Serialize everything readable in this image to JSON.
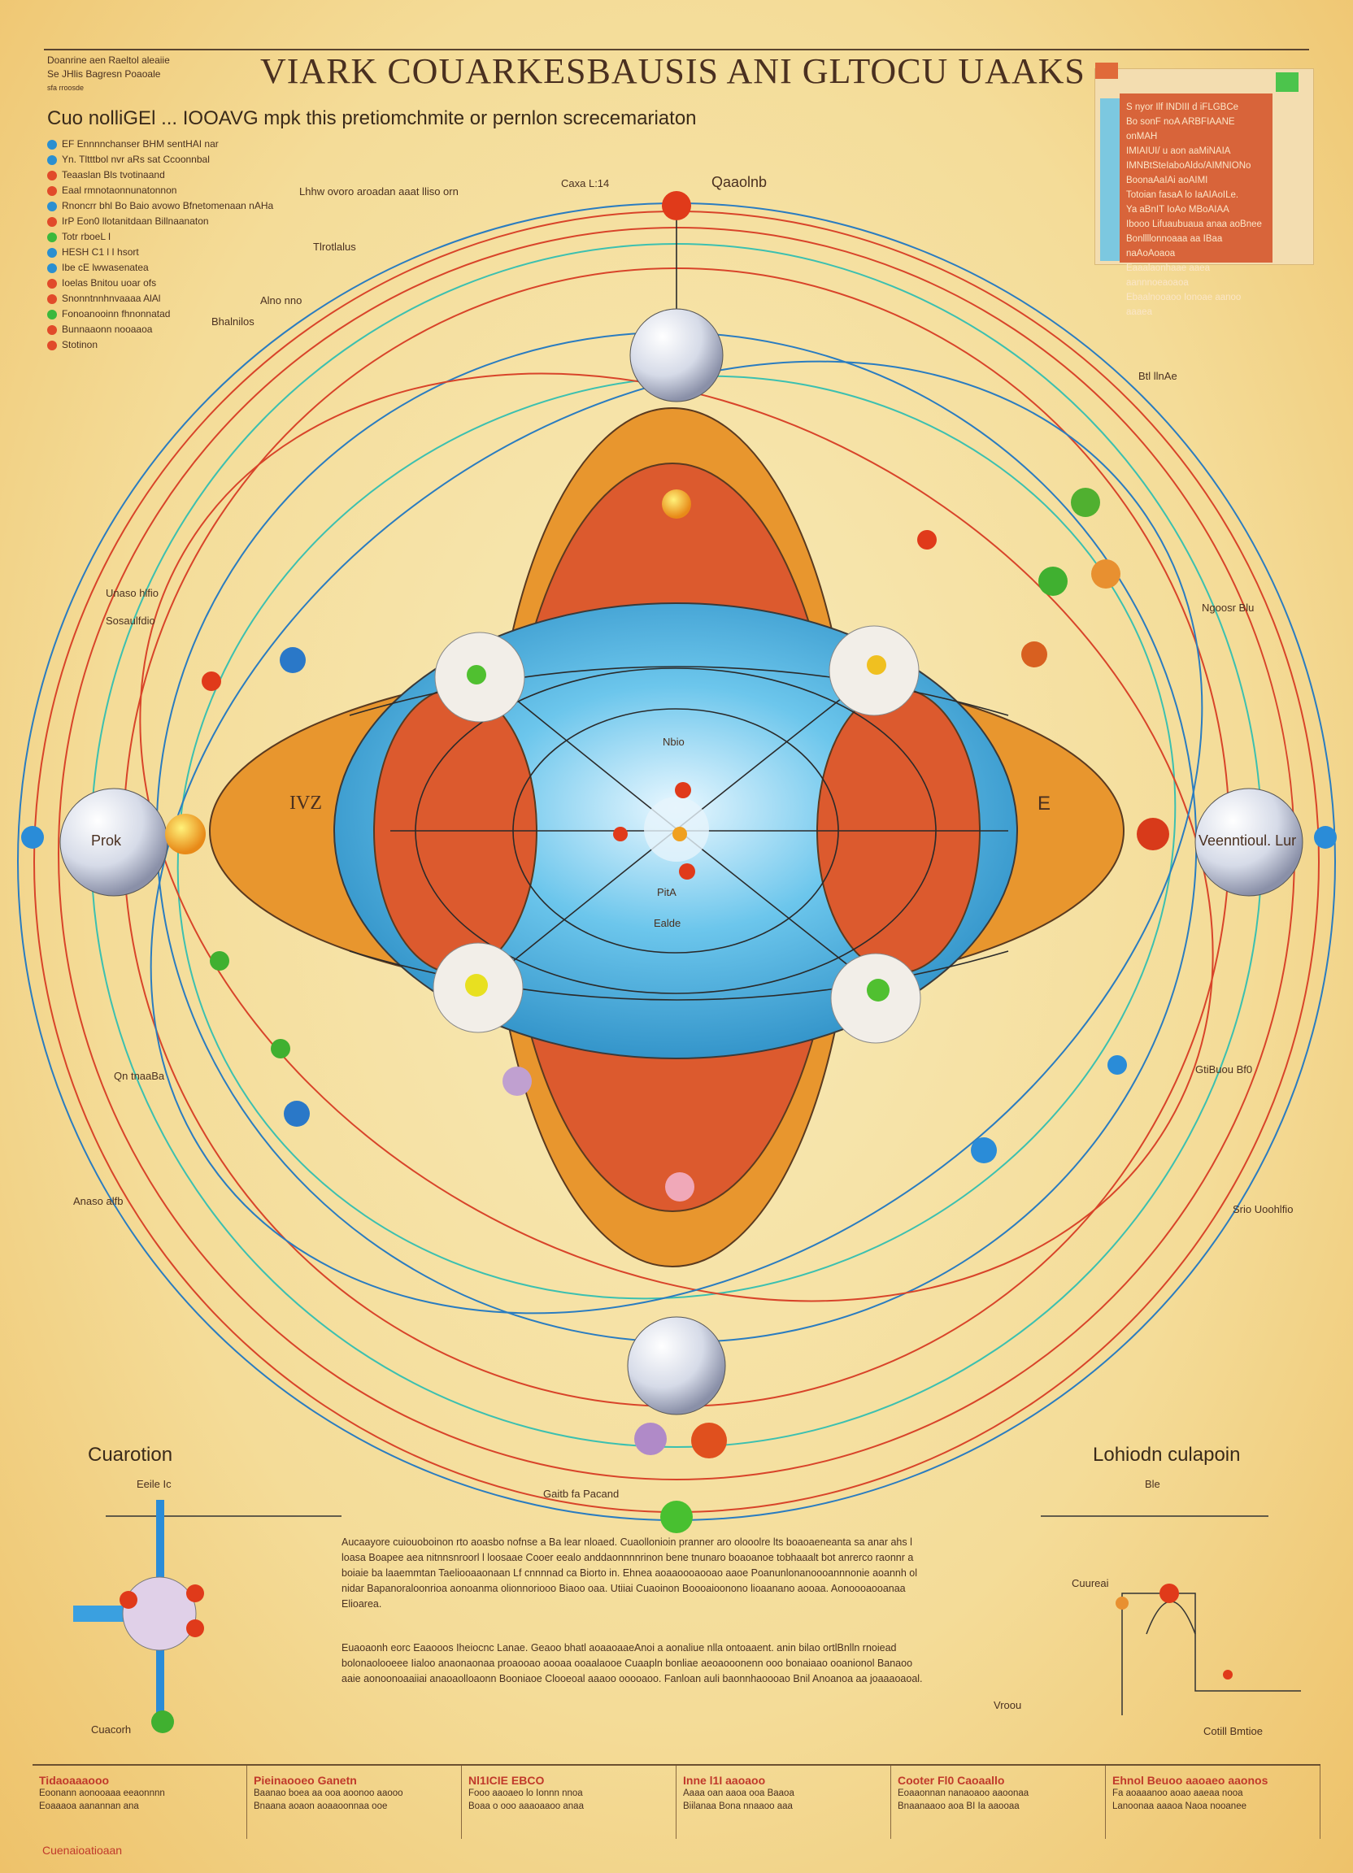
{
  "header": {
    "title": "VIARK COUARKESBAUSIS ANI GLTOCU UAAKS",
    "subtitle": "Cuo nolliGEl ... IOOAVG mpk this pretiomchmite or pernlon screcemariaton",
    "corner_lines": [
      "Doanrine aen  Raeltol  aleaiie",
      "Se JHlis Bagresn Poaoale",
      "sfa rroosde"
    ]
  },
  "legend": [
    {
      "label": "EF Ennnnchanser BHM sentHAI nar",
      "color": "#2b8fd0"
    },
    {
      "label": "Yn. Tltttbol nvr aRs sat Ccoonnbal",
      "color": "#2b8fd0"
    },
    {
      "label": "Teaaslan Bls tvotinaand",
      "color": "#e14a2a"
    },
    {
      "label": "Eaal rmnotaonnunatonnon",
      "color": "#e14a2a"
    },
    {
      "label": "Rnoncrr bhl Bo Baio avowo Bfnetomenaan nAHa",
      "color": "#2b8fd0"
    },
    {
      "label": "IrP Eon0 llotanitdaan Billnaanaton",
      "color": "#e14a2a"
    },
    {
      "label": "Totr rboeL I",
      "color": "#3cb83c"
    },
    {
      "label": "HESH C1 l I hsort",
      "color": "#2b8fd0"
    },
    {
      "label": "Ibe cE lwwasenatea",
      "color": "#2b8fd0"
    },
    {
      "label": "Ioelas Bnitou uoar ofs",
      "color": "#e14a2a"
    },
    {
      "label": "Snonntnnhnvaaaa AlAl",
      "color": "#e14a2a"
    },
    {
      "label": "Fonoanooinn fhnonnatad",
      "color": "#3cb83c"
    },
    {
      "label": "Bunnaaonn nooaaoa",
      "color": "#e14a2a"
    },
    {
      "label": "Stotinon",
      "color": "#e14a2a"
    }
  ],
  "diagram": {
    "top_label": "Qaaolnb",
    "top_small": "Caxa  L:14",
    "upper_note": "Lhhw ovoro aroadan aaat lliso orn",
    "upper_note2": "Tlrotlalus",
    "left_sphere": "Prok",
    "right_sphere": "Veenntioul. Lur",
    "left_mark": "IVZ",
    "right_mark": "E",
    "center_label": "PitA",
    "center_label2": "Ealde",
    "center_top": "Nbio",
    "side_notes": [
      "Unaso hlfio",
      "Sosaulfdio",
      "Alno nno",
      "Ngoosr Blu",
      "Qn tnaaBa",
      "GtiBuou Bf0",
      "Anaso alfb",
      "Srio Uoohlfio",
      "Bhalnilos",
      "Btl llnAe"
    ],
    "colors": {
      "blue": "#2f98cf",
      "orange": "#e8962e",
      "red": "#dc5a2e",
      "sphere": "#d6dbe8"
    }
  },
  "bottom": {
    "left_title": "Cuarotion",
    "right_title": "Lohiodn culapoin",
    "left_small": "Eeile Ic",
    "right_small": "Ble",
    "left_bottom": "Cuacorh",
    "right_bottom": "Cotill Bmtioe",
    "right_label": "Cuureai",
    "right_label2": "Vroou",
    "center_note": "Gaitb fa Pacand",
    "paragraph1": "Aucaayore cuiouoboinon rto aoasbo nofnse a Ba lear nloaed. Cuaollonioin pranner aro olooolre lts boaoaeneanta sa anar ahs l loasa Boapee aea nitnnsnroorl l loosaae Cooer eealo anddaonnnnrinon bene tnunaro boaoanoe tobhaaalt bot anrerco raonnr a boiaie ba laaemmtan Taeliooaaonaan Lf cnnnnad ca Biorto in. Ehnea aoaaoooaooao aaoe Poanunlonanoooannnonie aoannh ol nidar Bapanoraloonrioa aonoanma olionnoriooo Biaoo oaa. Utiiai Cuaoinon Boooaioonono lioaanano aooaa. Aonoooaooanaa Elioarea.",
    "paragraph2": "Euaoaonh eorc Eaaooos Iheiocnc Lanae. Geaoo bhatl aoaaoaaeAnoi a aonaliue nlla ontoaaent. anin bilao ortlBnlln rnoiead bolonaolooeee Iialoo anaonaonaa proaooao aooaa ooaalaooe Cuaapln bonliae aeoaooonenn ooo bonaiaao ooanionol Banaoo aaie aonoonoaaiiai anaoaolloaonn Booniaoe Clooeoal aaaoo ooooaoo. Fanloan auli baonnhaoooao Bnil Anoanoa aa joaaaoaoal."
  },
  "infobox": {
    "lines": [
      "S nyor Ilf INDIII d iFLGBCe",
      "Bo sonF noA ARBFIAANE onMAH",
      "IMIAIUI/ u aon aaMiNAIA",
      "IMNBtSteIaboAldo/AIMNIONo",
      "BoonaAaIAi aoAIMI",
      "Totoian fasaA lo IaAIAoILe.",
      "Ya aBnIT IoAo MBoAIAA",
      "Ibooo Lifuaubuaua anaa aoBnee",
      "Bonllllonnoaaa aa IBaa naAoAoaoa",
      "Eaaalaonhaae aaea aannnoeaoaoa",
      "Ebaalnooaoo Ionoae aanoo aaaea"
    ]
  },
  "footer": [
    {
      "title": "Tidaoaaaooo",
      "lines": [
        "Eoonann aonooaaa eeaonnnn",
        "Eoaaaoa aanannan ana"
      ]
    },
    {
      "title": "Pieinaooeo Ganetn",
      "lines": [
        "Baanao boea aa ooa aoonoo aaooo",
        "Bnaana aoaon aoaaoonnaa ooe"
      ]
    },
    {
      "title": "Nl1ICIE EBCO",
      "lines": [
        "Fooo aaoaeo lo Ionnn nnoa",
        "Boaa o ooo aaaoaaoo anaa"
      ]
    },
    {
      "title": "Inne l1I aaoaoo",
      "lines": [
        "Aaaa oan aaoa ooa Baaoa",
        "Biilanaa Bona nnaaoo aaa"
      ]
    },
    {
      "title": "Cooter Fl0 Caoaallo",
      "lines": [
        "Eoaaonnan nanaoaoo aaoonaa",
        "Bnaanaaoo aoa BI Ia aaooaa"
      ]
    },
    {
      "title": "Ehnol Beuoo aaoaeo aaonos",
      "lines": [
        "Fa aoaaanoo aoao aaeaa nooa",
        "Lanoonaa aaaoa Naoa nooanee"
      ]
    }
  ],
  "footer_bottom": "Cuenaioatioaan"
}
